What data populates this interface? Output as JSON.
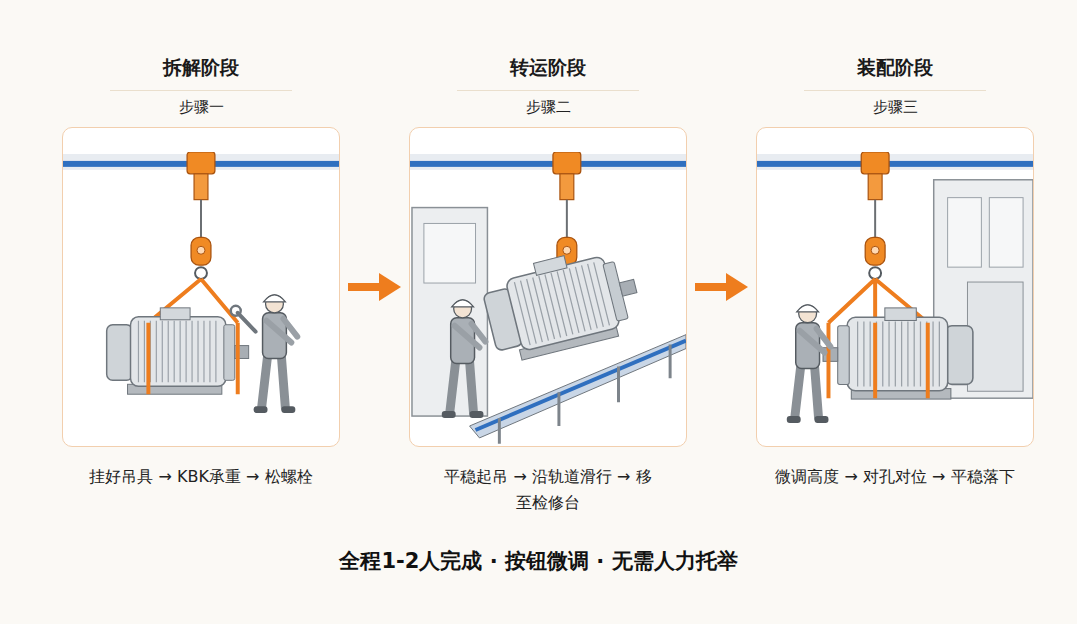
{
  "diagram": {
    "caption": "全程1-2人完成 · 按钮微调 · 无需人力托举",
    "nodes": [
      {
        "text": [
          "拆解阶段",
          "步骤一",
          "挂好吊具 → KBK承重 → 松螺栓"
        ]
      },
      {
        "text": [
          "转运阶段",
          "步骤二",
          "平稳起吊 → 沿轨道滑行 → 移至检修台"
        ]
      },
      {
        "text": [
          "装配阶段",
          "步骤三",
          "微调高度 → 对孔对位 → 平稳落下"
        ]
      }
    ],
    "edges": [
      {
        "from": 0,
        "to": 1,
        "arrow": "to"
      },
      {
        "from": 1,
        "to": 2,
        "arrow": "to"
      }
    ]
  }
}
